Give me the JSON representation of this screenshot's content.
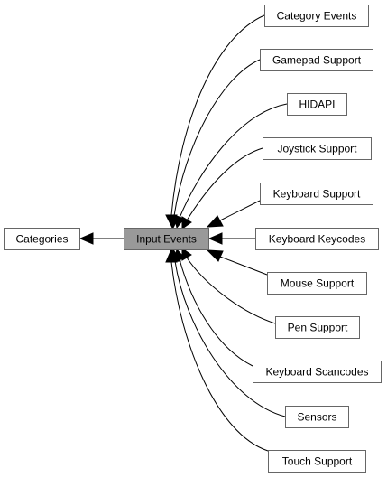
{
  "diagram": {
    "colors": {
      "current_fill": "#999999",
      "node_border": "#666666",
      "node_fill": "#ffffff",
      "edge": "#000000"
    },
    "nodes": {
      "categories": "Categories",
      "input_events": "Input Events",
      "category_events": "Category Events",
      "gamepad_support": "Gamepad Support",
      "hidapi": "HIDAPI",
      "joystick_support": "Joystick Support",
      "keyboard_support": "Keyboard Support",
      "keyboard_keycodes": "Keyboard Keycodes",
      "mouse_support": "Mouse Support",
      "pen_support": "Pen Support",
      "keyboard_scancodes": "Keyboard Scancodes",
      "sensors": "Sensors",
      "touch_support": "Touch Support"
    },
    "edges": [
      {
        "from": "input_events",
        "to": "categories"
      },
      {
        "from": "category_events",
        "to": "input_events"
      },
      {
        "from": "gamepad_support",
        "to": "input_events"
      },
      {
        "from": "hidapi",
        "to": "input_events"
      },
      {
        "from": "joystick_support",
        "to": "input_events"
      },
      {
        "from": "keyboard_support",
        "to": "input_events"
      },
      {
        "from": "keyboard_keycodes",
        "to": "input_events"
      },
      {
        "from": "mouse_support",
        "to": "input_events"
      },
      {
        "from": "pen_support",
        "to": "input_events"
      },
      {
        "from": "keyboard_scancodes",
        "to": "input_events"
      },
      {
        "from": "sensors",
        "to": "input_events"
      },
      {
        "from": "touch_support",
        "to": "input_events"
      }
    ]
  }
}
